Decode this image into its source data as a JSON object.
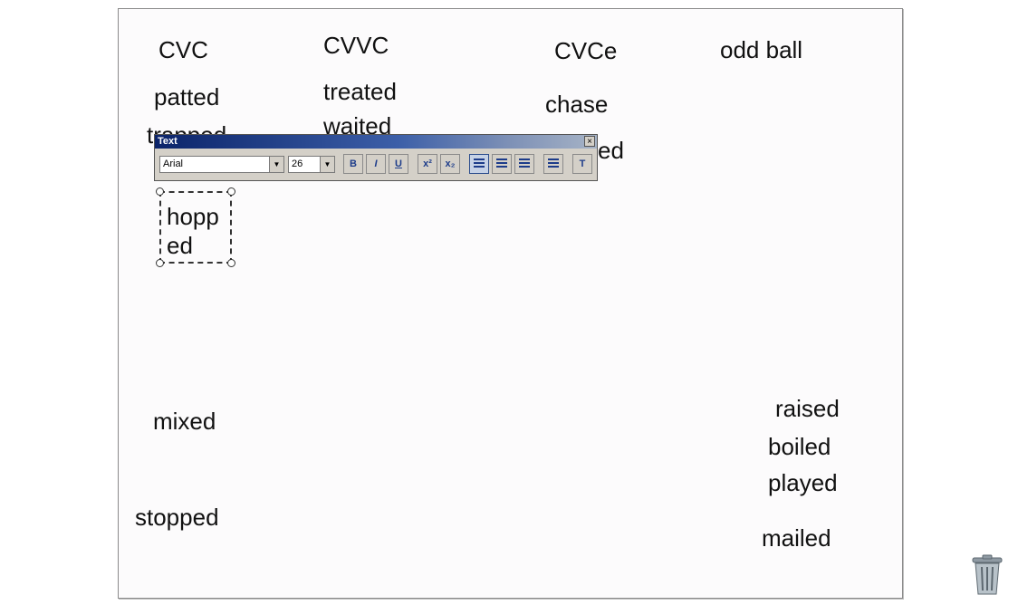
{
  "headers": {
    "cvc": "CVC",
    "cvvc": "CVVC",
    "cvce": "CVCe",
    "oddball": "odd ball"
  },
  "words": {
    "patted": "patted",
    "trapped_partial": "trapped",
    "treated": "treated",
    "waited_partial": "waited",
    "chase": "chase",
    "ed_partial": "ed",
    "mixed": "mixed",
    "stopped": "stopped",
    "raised": "raised",
    "boiled": "boiled",
    "played": "played",
    "mailed": "mailed"
  },
  "selected_textbox": {
    "line1": "hopp",
    "line2": "ed"
  },
  "toolbar": {
    "title": "Text",
    "close": "×",
    "font_name": "Arial",
    "font_size": "26",
    "buttons": [
      "bold",
      "italic",
      "underline",
      "superscript",
      "subscript",
      "align-left",
      "align-center",
      "align-right",
      "bullet-list",
      "text-fit"
    ]
  },
  "colors": {
    "page": "#fcfbfc",
    "titlebar": "#0b246a",
    "toolbar": "#d4d0c8"
  }
}
